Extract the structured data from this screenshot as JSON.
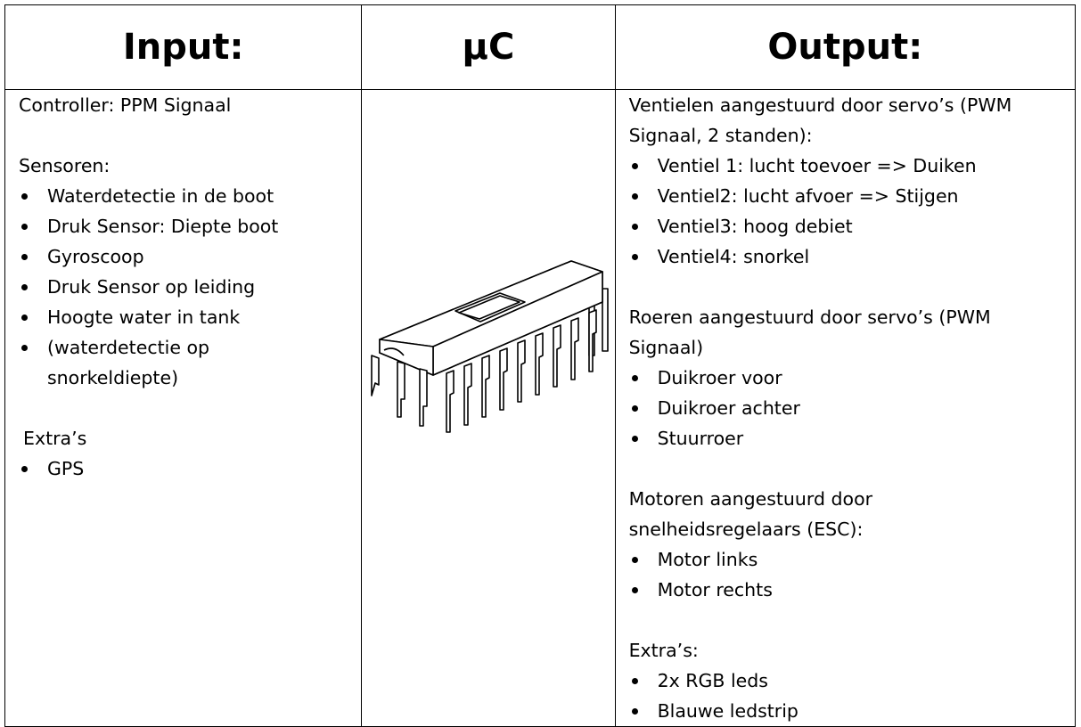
{
  "headers": {
    "input": "Input:",
    "uc": "µC",
    "output": "Output:"
  },
  "input": {
    "controller": "Controller: PPM Signaal",
    "sensors_title": "Sensoren:",
    "sensors": [
      "Waterdetectie in de boot",
      "Druk Sensor: Diepte boot",
      "Gyroscoop",
      "Druk Sensor op leiding",
      "Hoogte water in tank",
      "(waterdetectie op snorkeldiepte)"
    ],
    "extras_title": "Extra’s",
    "extras": [
      "GPS"
    ]
  },
  "uc": {
    "icon": "dip-chip-icon"
  },
  "output": {
    "valves_title": "Ventielen aangestuurd door servo’s  (PWM Signaal, 2 standen):",
    "valves": [
      "Ventiel 1: lucht toevoer => Duiken",
      "Ventiel2:  lucht afvoer => Stijgen",
      "Ventiel3: hoog debiet",
      "Ventiel4: snorkel"
    ],
    "rudders_title": "Roeren aangestuurd door servo’s (PWM Signaal)",
    "rudders": [
      "Duikroer voor",
      "Duikroer achter",
      "Stuurroer"
    ],
    "motors_title": "Motoren aangestuurd door snelheidsregelaars (ESC):",
    "motors": [
      "Motor links",
      "Motor rechts"
    ],
    "extras_title": "Extra’s:",
    "extras": [
      "2x RGB leds",
      "Blauwe ledstrip"
    ]
  }
}
